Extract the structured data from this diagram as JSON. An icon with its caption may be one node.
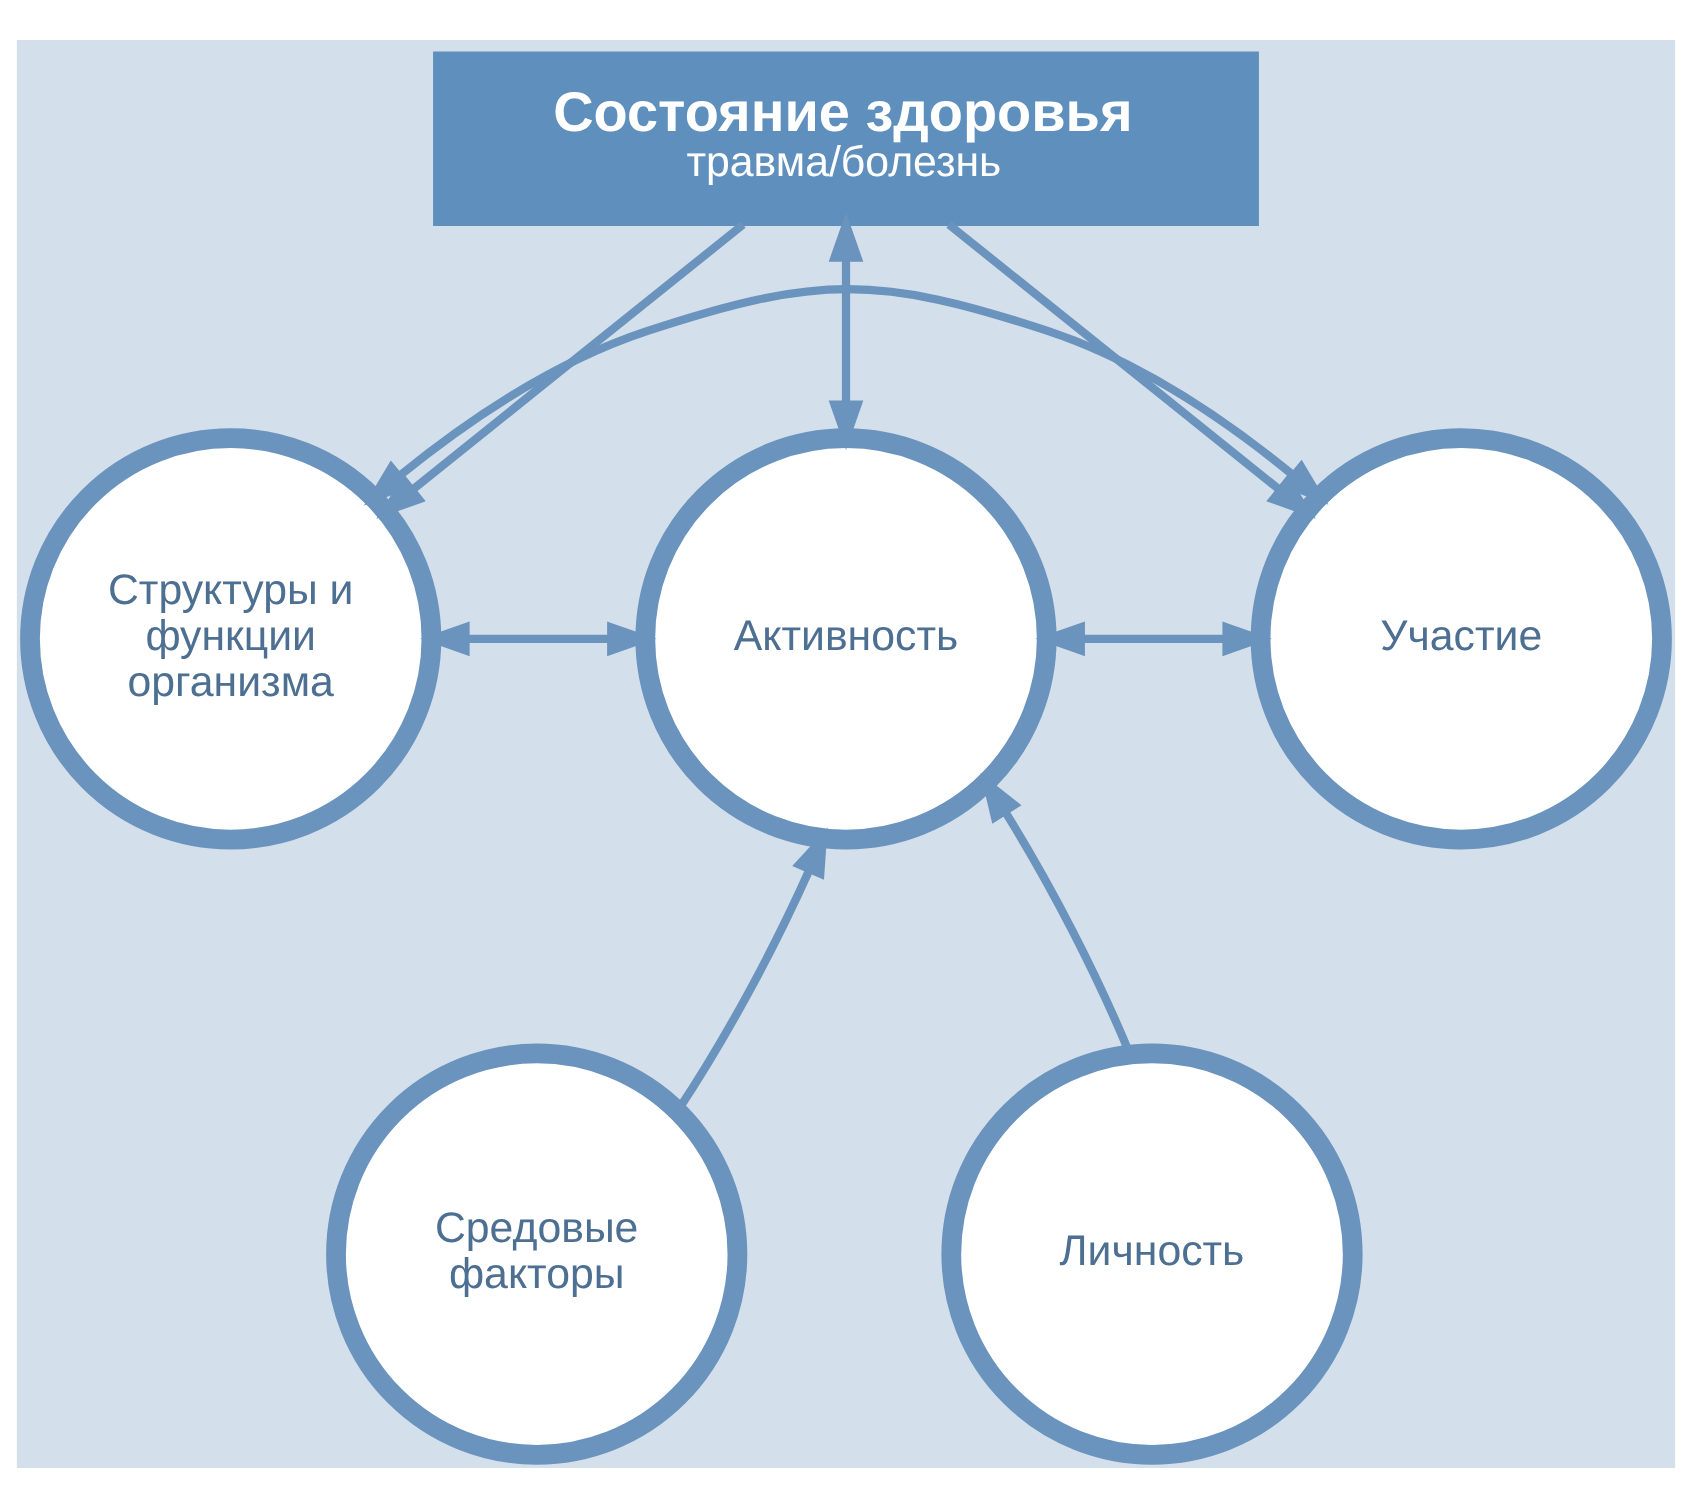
{
  "diagram": {
    "nodes": [
      {
        "text": [
          "Состояние здоровья",
          "травма/болезнь"
        ]
      },
      {
        "text": [
          "Структуры и функции организма"
        ]
      },
      {
        "text": [
          "Активность"
        ]
      },
      {
        "text": [
          "Участие"
        ]
      },
      {
        "text": [
          "Средовые факторы"
        ]
      },
      {
        "text": [
          "Личность"
        ]
      }
    ],
    "edges": [
      {
        "from": 0,
        "to": 2,
        "arrow": "both"
      },
      {
        "from": 0,
        "to": 1,
        "arrow": "to"
      },
      {
        "from": 0,
        "to": 3,
        "arrow": "to"
      },
      {
        "from": 1,
        "to": 2,
        "arrow": "both"
      },
      {
        "from": 2,
        "to": 3,
        "arrow": "both"
      },
      {
        "from": 1,
        "to": 3,
        "arrow": "both"
      },
      {
        "from": 4,
        "to": 2,
        "arrow": "to"
      },
      {
        "from": 5,
        "to": 2,
        "arrow": "to"
      }
    ]
  }
}
